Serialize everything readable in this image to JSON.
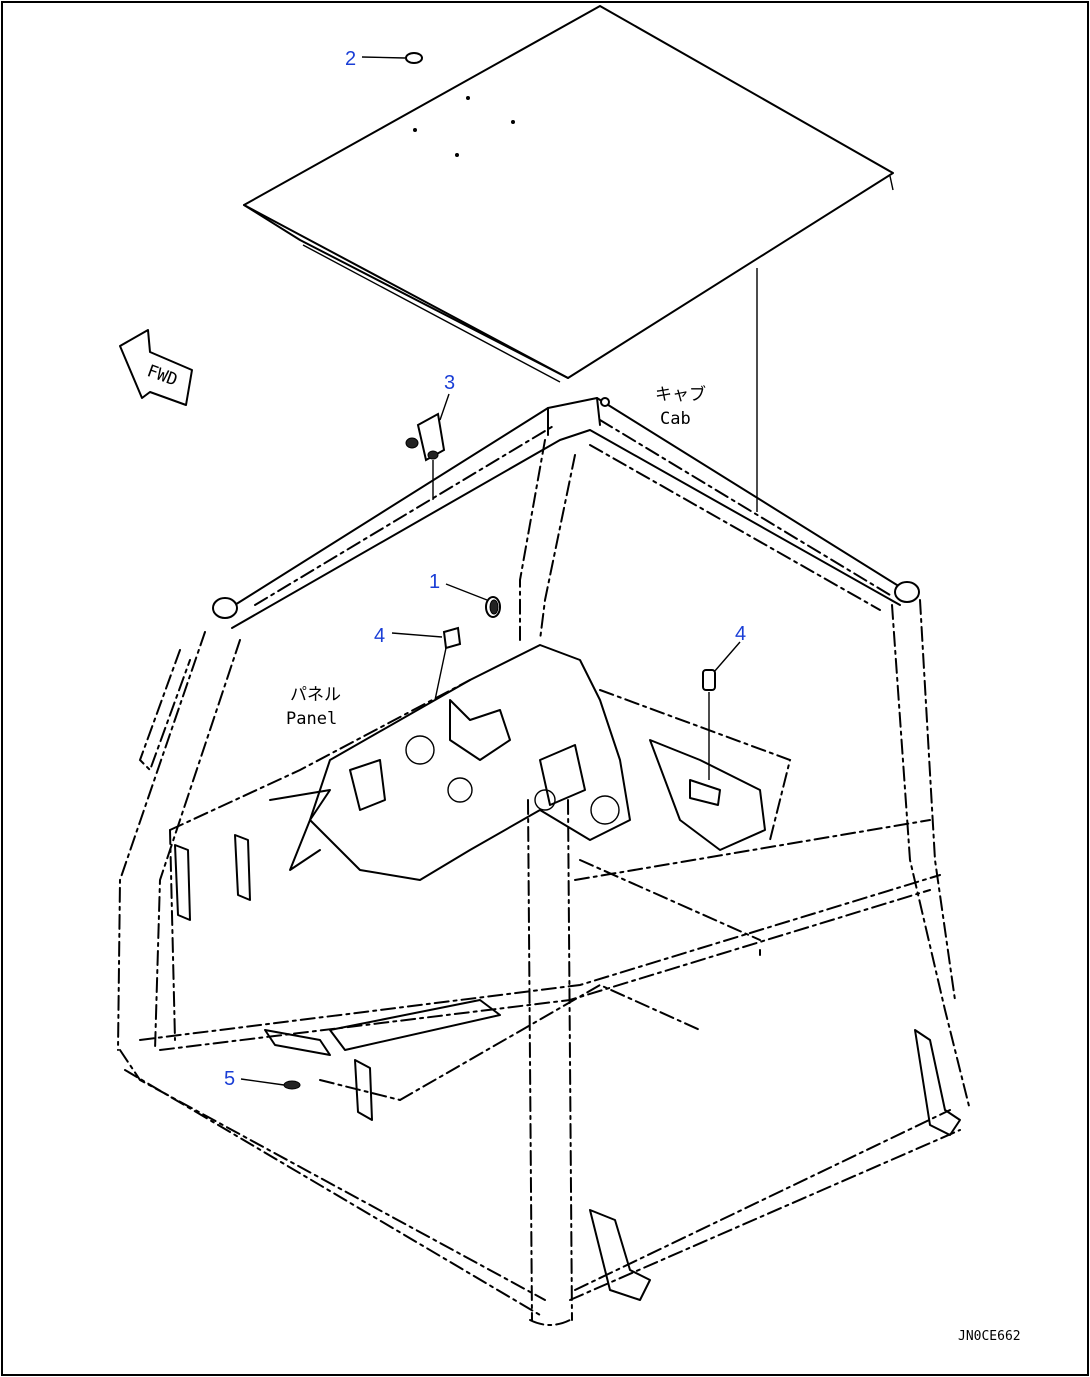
{
  "callouts": [
    {
      "id": "1",
      "text": "1"
    },
    {
      "id": "2",
      "text": "2"
    },
    {
      "id": "3",
      "text": "3"
    },
    {
      "id": "4a",
      "text": "4"
    },
    {
      "id": "4b",
      "text": "4"
    },
    {
      "id": "5",
      "text": "5"
    }
  ],
  "labels": {
    "cab_jp": "キャブ",
    "cab_en": "Cab",
    "panel_jp": "パネル",
    "panel_en": "Panel",
    "fwd": "FWD",
    "drawing_code": "JN0CE662"
  },
  "colors": {
    "callout": "#1a3ed6",
    "line": "#000000",
    "background": "#ffffff"
  }
}
